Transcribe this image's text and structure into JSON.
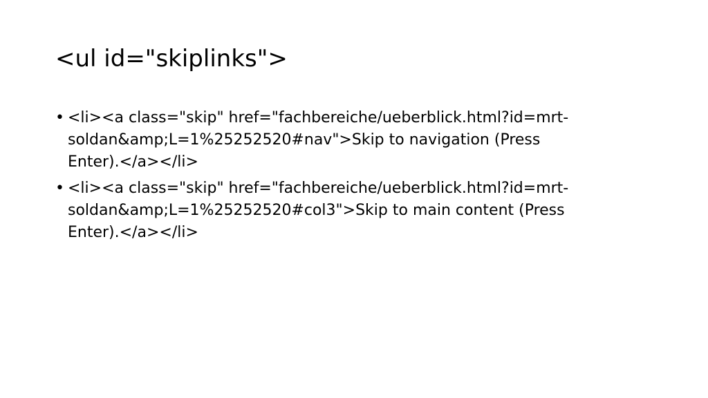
{
  "slide": {
    "title": "<ul id=\"skiplinks\">",
    "bullet_symbol": "•",
    "items": [
      {
        "lines": [
          "<li><a class=\"skip\" href=\"fachbereiche/ueberblick.html?id=mrt-",
          "soldan&amp;L=1%25252520#nav\">Skip to navigation (Press",
          "Enter).</a></li>"
        ]
      },
      {
        "lines": [
          "<li><a class=\"skip\" href=\"fachbereiche/ueberblick.html?id=mrt-",
          "soldan&amp;L=1%25252520#col3\">Skip to main content (Press",
          "Enter).</a></li>"
        ]
      }
    ]
  }
}
